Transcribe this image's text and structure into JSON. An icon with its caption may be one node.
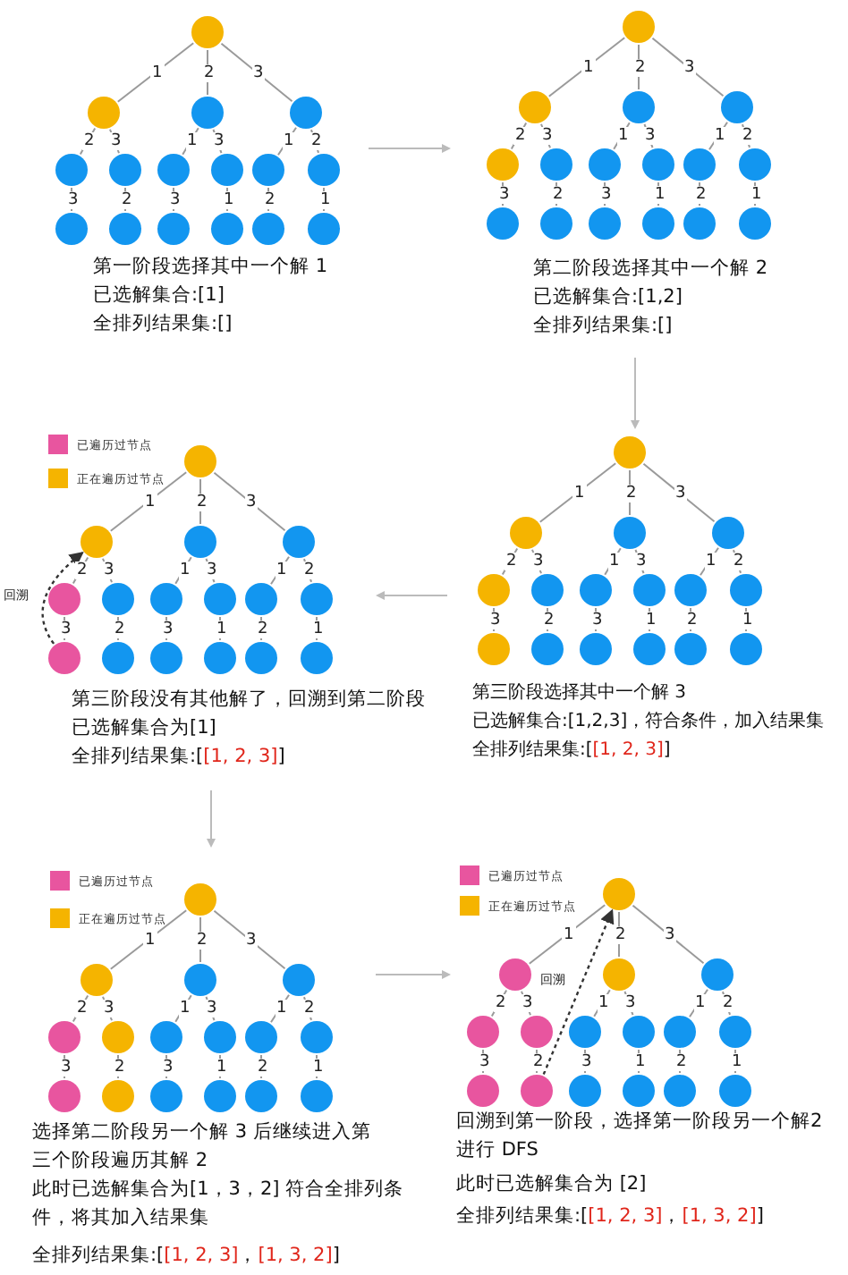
{
  "diagram": {
    "nodes": [
      {
        "text": [],
        "shape": "circle"
      },
      {
        "text": [],
        "shape": "circle"
      },
      {
        "text": [],
        "shape": "circle"
      },
      {
        "text": [],
        "shape": "circle"
      },
      {
        "text": [],
        "shape": "circle"
      },
      {
        "text": [],
        "shape": "circle"
      },
      {
        "text": [],
        "shape": "circle"
      },
      {
        "text": [],
        "shape": "circle"
      },
      {
        "text": [],
        "shape": "circle"
      },
      {
        "text": [],
        "shape": "circle"
      },
      {
        "text": [],
        "shape": "circle"
      },
      {
        "text": [],
        "shape": "circle"
      },
      {
        "text": [],
        "shape": "circle"
      },
      {
        "text": [],
        "shape": "circle"
      },
      {
        "text": [],
        "shape": "circle"
      },
      {
        "text": [],
        "shape": "circle"
      },
      {
        "text": [],
        "shape": "circle"
      },
      {
        "text": [],
        "shape": "circle"
      },
      {
        "text": [],
        "shape": "circle"
      },
      {
        "text": [],
        "shape": "circle"
      },
      {
        "text": [],
        "shape": "circle"
      },
      {
        "text": [],
        "shape": "circle"
      },
      {
        "text": [],
        "shape": "circle"
      },
      {
        "text": [],
        "shape": "circle"
      },
      {
        "text": [],
        "shape": "circle"
      },
      {
        "text": [],
        "shape": "circle"
      },
      {
        "text": [],
        "shape": "circle"
      },
      {
        "text": [],
        "shape": "circle"
      },
      {
        "text": [],
        "shape": "circle"
      },
      {
        "text": [],
        "shape": "circle"
      },
      {
        "text": [],
        "shape": "circle"
      },
      {
        "text": [],
        "shape": "circle"
      },
      {
        "text": [],
        "shape": "circle"
      },
      {
        "text": [],
        "shape": "circle"
      },
      {
        "text": [],
        "shape": "circle"
      },
      {
        "text": [],
        "shape": "circle"
      },
      {
        "text": [],
        "shape": "circle"
      },
      {
        "text": [],
        "shape": "circle"
      },
      {
        "text": [],
        "shape": "circle"
      },
      {
        "text": [],
        "shape": "circle"
      },
      {
        "text": [],
        "shape": "circle"
      },
      {
        "text": [],
        "shape": "circle"
      },
      {
        "text": [],
        "shape": "circle"
      },
      {
        "text": [],
        "shape": "circle"
      },
      {
        "text": [],
        "shape": "circle"
      },
      {
        "text": [],
        "shape": "circle"
      },
      {
        "text": [],
        "shape": "circle"
      },
      {
        "text": [],
        "shape": "circle"
      },
      {
        "text": [],
        "shape": "circle"
      },
      {
        "text": [],
        "shape": "circle"
      },
      {
        "text": [],
        "shape": "circle"
      },
      {
        "text": [],
        "shape": "circle"
      },
      {
        "text": [],
        "shape": "circle"
      },
      {
        "text": [],
        "shape": "circle"
      },
      {
        "text": [],
        "shape": "circle"
      },
      {
        "text": [],
        "shape": "circle"
      },
      {
        "text": [],
        "shape": "circle"
      },
      {
        "text": [],
        "shape": "circle"
      },
      {
        "text": [],
        "shape": "circle"
      },
      {
        "text": [],
        "shape": "circle"
      },
      {
        "text": [],
        "shape": "circle"
      },
      {
        "text": [],
        "shape": "circle"
      },
      {
        "text": [],
        "shape": "circle"
      },
      {
        "text": [],
        "shape": "circle"
      },
      {
        "text": [],
        "shape": "circle"
      },
      {
        "text": [],
        "shape": "circle"
      },
      {
        "text": [],
        "shape": "circle"
      },
      {
        "text": [],
        "shape": "circle"
      },
      {
        "text": [],
        "shape": "circle"
      },
      {
        "text": [],
        "shape": "circle"
      },
      {
        "text": [],
        "shape": "circle"
      },
      {
        "text": [],
        "shape": "circle"
      },
      {
        "text": [],
        "shape": "circle"
      },
      {
        "text": [],
        "shape": "circle"
      },
      {
        "text": [],
        "shape": "circle"
      },
      {
        "text": [],
        "shape": "circle"
      },
      {
        "text": [],
        "shape": "circle"
      },
      {
        "text": [],
        "shape": "circle"
      },
      {
        "text": [],
        "shape": "circle"
      },
      {
        "text": [],
        "shape": "circle"
      },
      {
        "text": [],
        "shape": "circle"
      },
      {
        "text": [],
        "shape": "circle"
      },
      {
        "text": [],
        "shape": "circle"
      },
      {
        "text": [],
        "shape": "circle"
      },
      {
        "text": [],
        "shape": "circle"
      },
      {
        "text": [],
        "shape": "circle"
      },
      {
        "text": [],
        "shape": "circle"
      },
      {
        "text": [],
        "shape": "circle"
      },
      {
        "text": [],
        "shape": "circle"
      },
      {
        "text": [],
        "shape": "circle"
      },
      {
        "text": [],
        "shape": "circle"
      },
      {
        "text": [],
        "shape": "circle"
      },
      {
        "text": [],
        "shape": "circle"
      },
      {
        "text": [],
        "shape": "circle"
      },
      {
        "text": [],
        "shape": "circle"
      },
      {
        "text": [],
        "shape": "circle"
      }
    ],
    "edges": [
      {
        "from": 0,
        "to": 1,
        "arrow": "none",
        "label": "1"
      },
      {
        "from": 0,
        "to": 2,
        "arrow": "none",
        "label": "2"
      },
      {
        "from": 0,
        "to": 3,
        "arrow": "none",
        "label": "3"
      },
      {
        "from": 1,
        "to": 4,
        "arrow": "none",
        "label": "2"
      },
      {
        "from": 1,
        "to": 5,
        "arrow": "none",
        "label": "3"
      },
      {
        "from": 2,
        "to": 6,
        "arrow": "none",
        "label": "1"
      },
      {
        "from": 2,
        "to": 7,
        "arrow": "none",
        "label": "3"
      },
      {
        "from": 3,
        "to": 8,
        "arrow": "none",
        "label": "1"
      },
      {
        "from": 3,
        "to": 9,
        "arrow": "none",
        "label": "2"
      },
      {
        "from": 4,
        "to": 10,
        "arrow": "none",
        "label": "3"
      },
      {
        "from": 5,
        "to": 11,
        "arrow": "none",
        "label": "2"
      },
      {
        "from": 6,
        "to": 12,
        "arrow": "none",
        "label": "3"
      },
      {
        "from": 7,
        "to": 13,
        "arrow": "none",
        "label": "1"
      },
      {
        "from": 8,
        "to": 14,
        "arrow": "none",
        "label": "2"
      },
      {
        "from": 9,
        "to": 15,
        "arrow": "none",
        "label": "1"
      },
      {
        "from": 16,
        "to": 17,
        "arrow": "none",
        "label": "1"
      },
      {
        "from": 16,
        "to": 18,
        "arrow": "none",
        "label": "2"
      },
      {
        "from": 16,
        "to": 19,
        "arrow": "none",
        "label": "3"
      },
      {
        "from": 17,
        "to": 20,
        "arrow": "none",
        "label": "2"
      },
      {
        "from": 17,
        "to": 21,
        "arrow": "none",
        "label": "3"
      },
      {
        "from": 18,
        "to": 22,
        "arrow": "none",
        "label": "1"
      },
      {
        "from": 18,
        "to": 23,
        "arrow": "none",
        "label": "3"
      },
      {
        "from": 19,
        "to": 24,
        "arrow": "none",
        "label": "1"
      },
      {
        "from": 19,
        "to": 25,
        "arrow": "none",
        "label": "2"
      },
      {
        "from": 20,
        "to": 26,
        "arrow": "none",
        "label": "3"
      },
      {
        "from": 21,
        "to": 27,
        "arrow": "none",
        "label": "2"
      },
      {
        "from": 22,
        "to": 28,
        "arrow": "none",
        "label": "3"
      },
      {
        "from": 23,
        "to": 29,
        "arrow": "none",
        "label": "1"
      },
      {
        "from": 24,
        "to": 30,
        "arrow": "none",
        "label": "2"
      },
      {
        "from": 25,
        "to": 31,
        "arrow": "none",
        "label": "1"
      },
      {
        "from": 32,
        "to": 33,
        "arrow": "none",
        "label": "1"
      },
      {
        "from": 32,
        "to": 34,
        "arrow": "none",
        "label": "2"
      },
      {
        "from": 32,
        "to": 35,
        "arrow": "none",
        "label": "3"
      },
      {
        "from": 33,
        "to": 36,
        "arrow": "none",
        "label": "2"
      },
      {
        "from": 33,
        "to": 37,
        "arrow": "none",
        "label": "3"
      },
      {
        "from": 34,
        "to": 38,
        "arrow": "none",
        "label": "1"
      },
      {
        "from": 34,
        "to": 39,
        "arrow": "none",
        "label": "3"
      },
      {
        "from": 35,
        "to": 40,
        "arrow": "none",
        "label": "1"
      },
      {
        "from": 35,
        "to": 41,
        "arrow": "none",
        "label": "2"
      },
      {
        "from": 36,
        "to": 42,
        "arrow": "none",
        "label": "3"
      },
      {
        "from": 37,
        "to": 43,
        "arrow": "none",
        "label": "2"
      },
      {
        "from": 38,
        "to": 44,
        "arrow": "none",
        "label": "3"
      },
      {
        "from": 39,
        "to": 45,
        "arrow": "none",
        "label": "1"
      },
      {
        "from": 40,
        "to": 46,
        "arrow": "none",
        "label": "2"
      },
      {
        "from": 41,
        "to": 47,
        "arrow": "none",
        "label": "1"
      },
      {
        "from": 48,
        "to": 49,
        "arrow": "none",
        "label": "1"
      },
      {
        "from": 48,
        "to": 50,
        "arrow": "none",
        "label": "2"
      },
      {
        "from": 48,
        "to": 51,
        "arrow": "none",
        "label": "3"
      },
      {
        "from": 49,
        "to": 52,
        "arrow": "none",
        "label": "2"
      },
      {
        "from": 49,
        "to": 53,
        "arrow": "none",
        "label": "3"
      },
      {
        "from": 50,
        "to": 54,
        "arrow": "none",
        "label": "1"
      },
      {
        "from": 50,
        "to": 55,
        "arrow": "none",
        "label": "3"
      },
      {
        "from": 51,
        "to": 56,
        "arrow": "none",
        "label": "1"
      },
      {
        "from": 51,
        "to": 57,
        "arrow": "none",
        "label": "2"
      },
      {
        "from": 52,
        "to": 58,
        "arrow": "none",
        "label": "3"
      },
      {
        "from": 53,
        "to": 59,
        "arrow": "none",
        "label": "2"
      },
      {
        "from": 54,
        "to": 60,
        "arrow": "none",
        "label": "3"
      },
      {
        "from": 55,
        "to": 61,
        "arrow": "none",
        "label": "1"
      },
      {
        "from": 56,
        "to": 62,
        "arrow": "none",
        "label": "2"
      },
      {
        "from": 57,
        "to": 63,
        "arrow": "none",
        "label": "1"
      },
      {
        "from": 64,
        "to": 65,
        "arrow": "none",
        "label": "1"
      },
      {
        "from": 64,
        "to": 66,
        "arrow": "none",
        "label": "2"
      },
      {
        "from": 64,
        "to": 67,
        "arrow": "none",
        "label": "3"
      },
      {
        "from": 65,
        "to": 68,
        "arrow": "none",
        "label": "2"
      },
      {
        "from": 65,
        "to": 69,
        "arrow": "none",
        "label": "3"
      },
      {
        "from": 66,
        "to": 70,
        "arrow": "none",
        "label": "1"
      },
      {
        "from": 66,
        "to": 71,
        "arrow": "none",
        "label": "3"
      },
      {
        "from": 67,
        "to": 72,
        "arrow": "none",
        "label": "1"
      },
      {
        "from": 67,
        "to": 73,
        "arrow": "none",
        "label": "2"
      },
      {
        "from": 68,
        "to": 74,
        "arrow": "none",
        "label": "3"
      },
      {
        "from": 69,
        "to": 75,
        "arrow": "none",
        "label": "2"
      },
      {
        "from": 70,
        "to": 76,
        "arrow": "none",
        "label": "3"
      },
      {
        "from": 71,
        "to": 77,
        "arrow": "none",
        "label": "1"
      },
      {
        "from": 72,
        "to": 78,
        "arrow": "none",
        "label": "2"
      },
      {
        "from": 73,
        "to": 79,
        "arrow": "none",
        "label": "1"
      },
      {
        "from": 80,
        "to": 81,
        "arrow": "none",
        "label": "1"
      },
      {
        "from": 80,
        "to": 82,
        "arrow": "none",
        "label": "2"
      },
      {
        "from": 80,
        "to": 83,
        "arrow": "none",
        "label": "3"
      },
      {
        "from": 81,
        "to": 84,
        "arrow": "none",
        "label": "2"
      },
      {
        "from": 81,
        "to": 85,
        "arrow": "none",
        "label": "3"
      },
      {
        "from": 82,
        "to": 86,
        "arrow": "none",
        "label": "1"
      },
      {
        "from": 82,
        "to": 87,
        "arrow": "none",
        "label": "3"
      },
      {
        "from": 83,
        "to": 88,
        "arrow": "none",
        "label": "1"
      },
      {
        "from": 83,
        "to": 89,
        "arrow": "none",
        "label": "2"
      },
      {
        "from": 84,
        "to": 90,
        "arrow": "none",
        "label": "3"
      },
      {
        "from": 85,
        "to": 91,
        "arrow": "none",
        "label": "2"
      },
      {
        "from": 86,
        "to": 92,
        "arrow": "none",
        "label": "3"
      },
      {
        "from": 87,
        "to": 93,
        "arrow": "none",
        "label": "1"
      },
      {
        "from": 88,
        "to": 94,
        "arrow": "none",
        "label": "2"
      },
      {
        "from": 89,
        "to": 95,
        "arrow": "none",
        "label": "1"
      },
      {
        "from": 42,
        "to": 33,
        "arrow": "to",
        "label": "回溯",
        "style": "dashed",
        "color": "#333333"
      },
      {
        "from": 91,
        "to": 80,
        "arrow": "to",
        "label": "回溯",
        "style": "dashed",
        "color": "#333333"
      }
    ],
    "labels": [
      "第一阶段选择其中一个解 1",
      "已选解集合:[1]",
      "全排列结果集:[]",
      "第二阶段选择其中一个解 2",
      "已选解集合:[1,2]",
      "全排列结果集:[]",
      "第三阶段没有其他解了，回溯到第二阶段",
      "已选解集合为[1]",
      "全排列结果集:[",
      "[1, 2, 3]",
      "]",
      "第三阶段选择其中一个解 3",
      "已选解集合:[1,2,3]，符合条件，加入结果集",
      "全排列结果集:[",
      "[1, 2, 3]",
      "]",
      "选择第二阶段另一个解 3 后继续进入第三个阶段遍历其解 2",
      "此时已选解集合为[1，3，2] 符合全排列条件，将其加入结果集",
      "全排列结果集:[",
      "[1, 2, 3]",
      "，",
      "[1, 3, 2]",
      "]",
      "回溯到第一阶段，选择第一阶段另一个解2进行 DFS",
      "此时已选解集合为 [2]",
      "全排列结果集:[",
      "[1, 2, 3]",
      "，",
      "[1, 3, 2]",
      "]"
    ],
    "legend": [
      {
        "text": "已遍历过节点",
        "color": "#e8559f"
      },
      {
        "text": "正在遍历过节点",
        "color": "#f5b400"
      },
      {
        "text": "已遍历过节点",
        "color": "#e8559f"
      },
      {
        "text": "正在遍历过节点",
        "color": "#f5b400"
      },
      {
        "text": "已遍历过节点",
        "color": "#e8559f"
      },
      {
        "text": "正在遍历过节点",
        "color": "#f5b400"
      }
    ]
  }
}
